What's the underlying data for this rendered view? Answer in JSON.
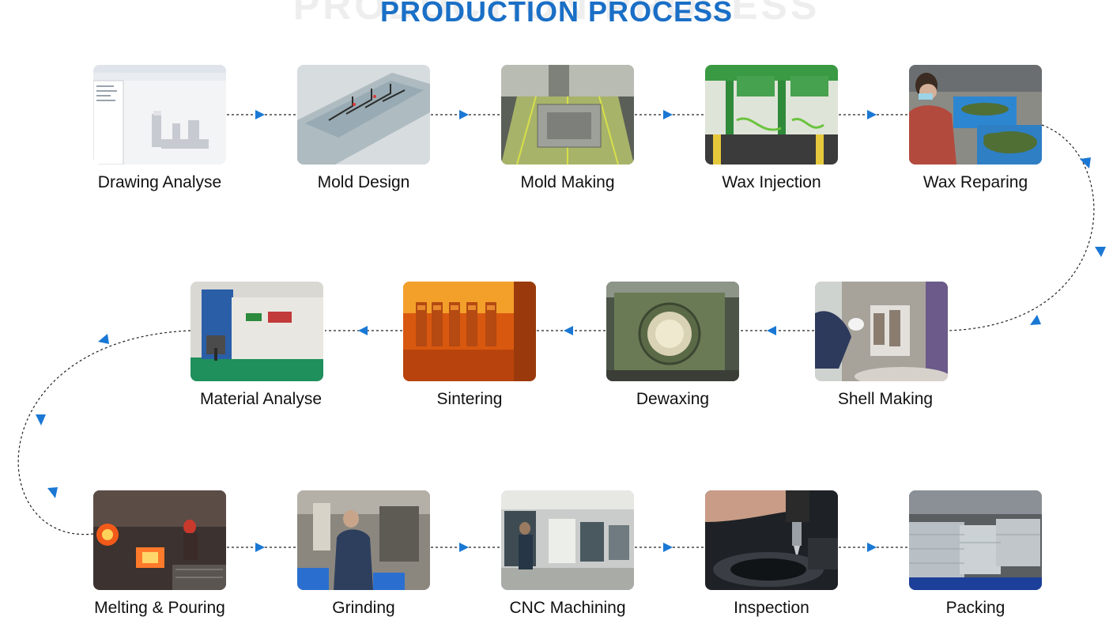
{
  "header": {
    "title": "PRODUCTION PROCESS",
    "watermark": "PRODUCTION PROCESS"
  },
  "colors": {
    "accent": "#1a6fc6",
    "connector": "#222222",
    "arrowhead": "#1a78d4"
  },
  "steps": [
    {
      "label": "Drawing Analyse",
      "image": "cad-software-screenshot"
    },
    {
      "label": "Mold Design",
      "image": "mold-3d-model"
    },
    {
      "label": "Mold Making",
      "image": "cnc-mill-workpiece"
    },
    {
      "label": "Wax Injection",
      "image": "wax-injection-machine"
    },
    {
      "label": "Wax Reparing",
      "image": "workers-sorting-wax-parts"
    },
    {
      "label": "Shell Making",
      "image": "worker-dipping-wax-tree"
    },
    {
      "label": "Dewaxing",
      "image": "dewaxing-autoclave"
    },
    {
      "label": "Sintering",
      "image": "shells-in-furnace"
    },
    {
      "label": "Material Analyse",
      "image": "spectrometer"
    },
    {
      "label": "Melting & Pouring",
      "image": "molten-metal-pouring"
    },
    {
      "label": "Grinding",
      "image": "worker-at-grinder"
    },
    {
      "label": "CNC Machining",
      "image": "cnc-workshop"
    },
    {
      "label": "Inspection",
      "image": "probe-inspection"
    },
    {
      "label": "Packing",
      "image": "wrapped-pallets"
    }
  ]
}
